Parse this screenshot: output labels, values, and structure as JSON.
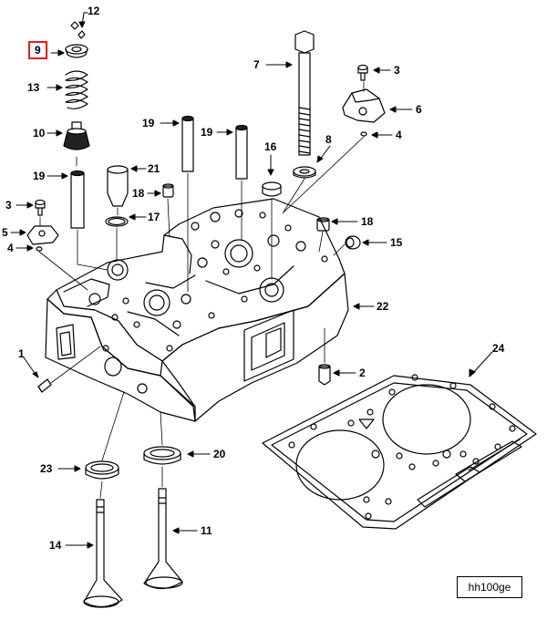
{
  "figure": {
    "reference_code": "hh100ge",
    "highlight_color": "#e0201e",
    "highlighted_callout": "9"
  },
  "callouts": [
    {
      "id": "c12",
      "label": "12"
    },
    {
      "id": "c9",
      "label": "9"
    },
    {
      "id": "c13",
      "label": "13"
    },
    {
      "id": "c10",
      "label": "10"
    },
    {
      "id": "c19a",
      "label": "19"
    },
    {
      "id": "c21",
      "label": "21"
    },
    {
      "id": "c18a",
      "label": "18"
    },
    {
      "id": "c17",
      "label": "17"
    },
    {
      "id": "c19b",
      "label": "19"
    },
    {
      "id": "c19c",
      "label": "19"
    },
    {
      "id": "c16",
      "label": "16"
    },
    {
      "id": "c7",
      "label": "7"
    },
    {
      "id": "c8",
      "label": "8"
    },
    {
      "id": "c3a",
      "label": "3"
    },
    {
      "id": "c6",
      "label": "6"
    },
    {
      "id": "c4a",
      "label": "4"
    },
    {
      "id": "c3b",
      "label": "3"
    },
    {
      "id": "c5",
      "label": "5"
    },
    {
      "id": "c4b",
      "label": "4"
    },
    {
      "id": "c18b",
      "label": "18"
    },
    {
      "id": "c15",
      "label": "15"
    },
    {
      "id": "c22",
      "label": "22"
    },
    {
      "id": "c1",
      "label": "1"
    },
    {
      "id": "c2",
      "label": "2"
    },
    {
      "id": "c24",
      "label": "24"
    },
    {
      "id": "c23",
      "label": "23"
    },
    {
      "id": "c20",
      "label": "20"
    },
    {
      "id": "c14",
      "label": "14"
    },
    {
      "id": "c11",
      "label": "11"
    }
  ]
}
